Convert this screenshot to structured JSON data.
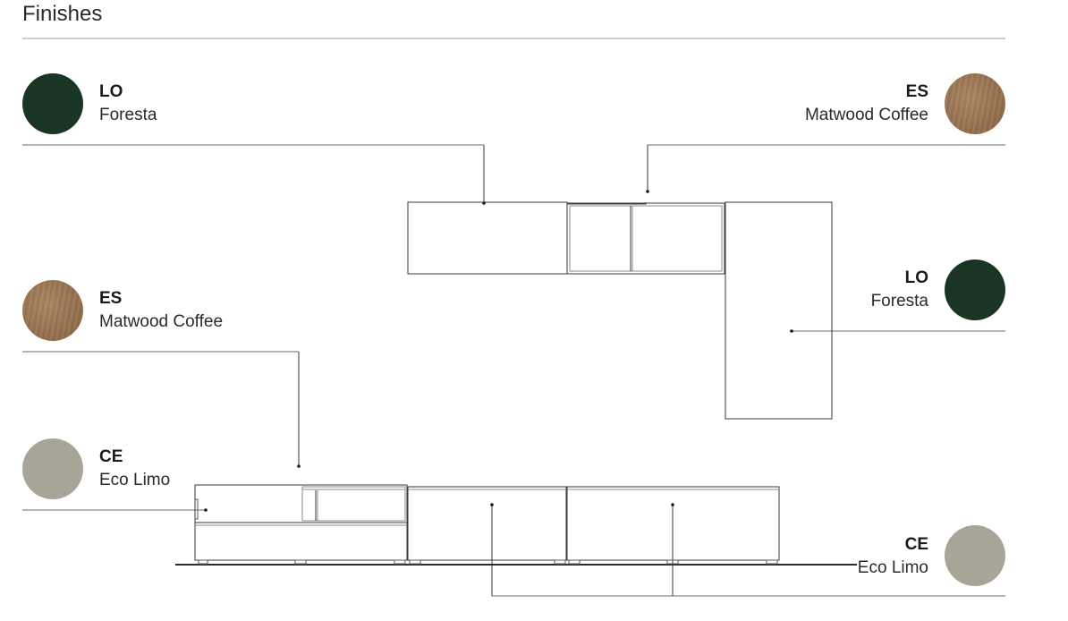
{
  "title": "Finishes",
  "finishes": [
    {
      "code": "LO",
      "name": "Foresta",
      "color": "#1b3524"
    },
    {
      "code": "ES",
      "name": "Matwood Coffee",
      "color": "#9a7553"
    },
    {
      "code": "LO",
      "name": "Foresta",
      "color": "#1b3524"
    },
    {
      "code": "ES",
      "name": "Matwood Coffee",
      "color": "#9a7553"
    },
    {
      "code": "CE",
      "name": "Eco Limo",
      "color": "#a8a598"
    },
    {
      "code": "CE",
      "name": "Eco Limo",
      "color": "#a8a598"
    }
  ]
}
